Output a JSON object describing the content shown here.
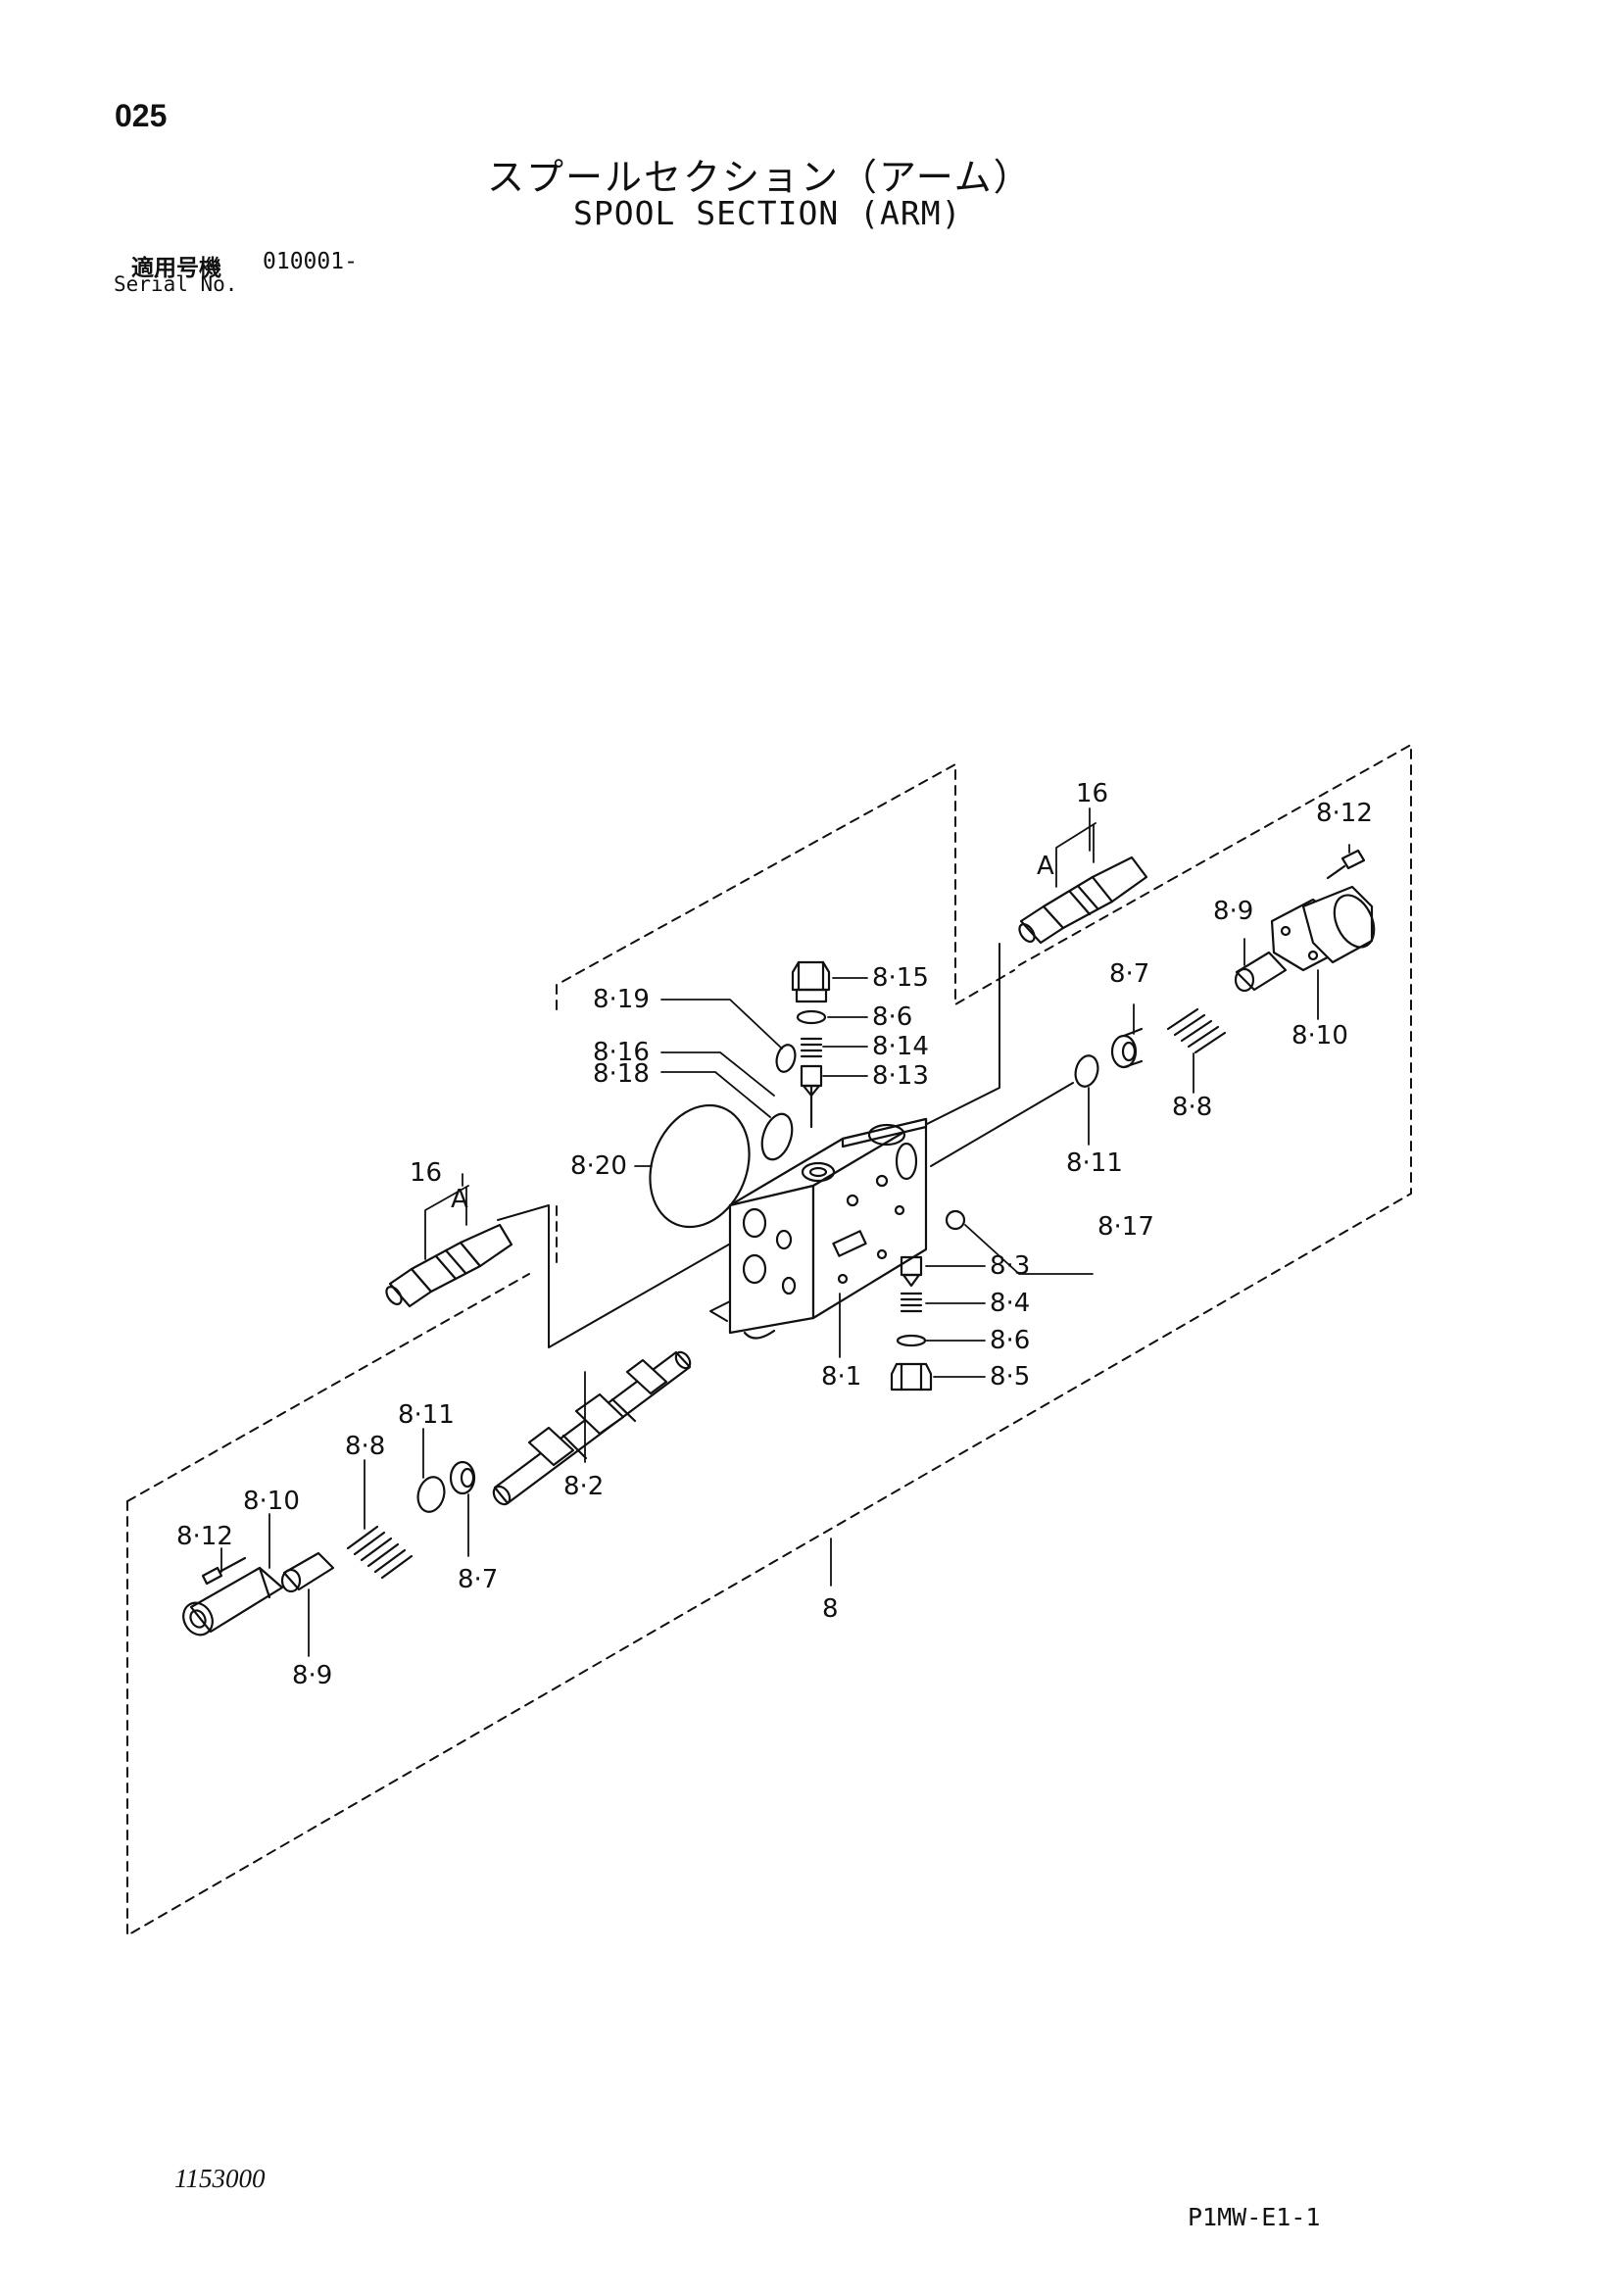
{
  "header": {
    "page_number": "025",
    "title_jp": "スプールセクション（アーム）",
    "title_en": "SPOOL SECTION (ARM)",
    "serial_label_jp": "適用号機",
    "serial_value": "010001-",
    "serial_label_en": "Serial No."
  },
  "callouts": {
    "p8": "8",
    "p8_1": "8·1",
    "p8_2": "8·2",
    "p8_3": "8·3",
    "p8_4": "8·4",
    "p8_5": "8·5",
    "p8_6": "8·6",
    "p8_7": "8·7",
    "p8_8": "8·8",
    "p8_9": "8·9",
    "p8_10": "8·10",
    "p8_11": "8·11",
    "p8_12": "8·12",
    "p8_13": "8·13",
    "p8_14": "8·14",
    "p8_15": "8·15",
    "p8_16": "8·16",
    "p8_17": "8·17",
    "p8_18": "8·18",
    "p8_19": "8·19",
    "p8_20": "8·20",
    "p16": "16",
    "pA": "A"
  },
  "footer": {
    "drawing_number": "1153000",
    "page_code": "P1MW-E1-1"
  }
}
